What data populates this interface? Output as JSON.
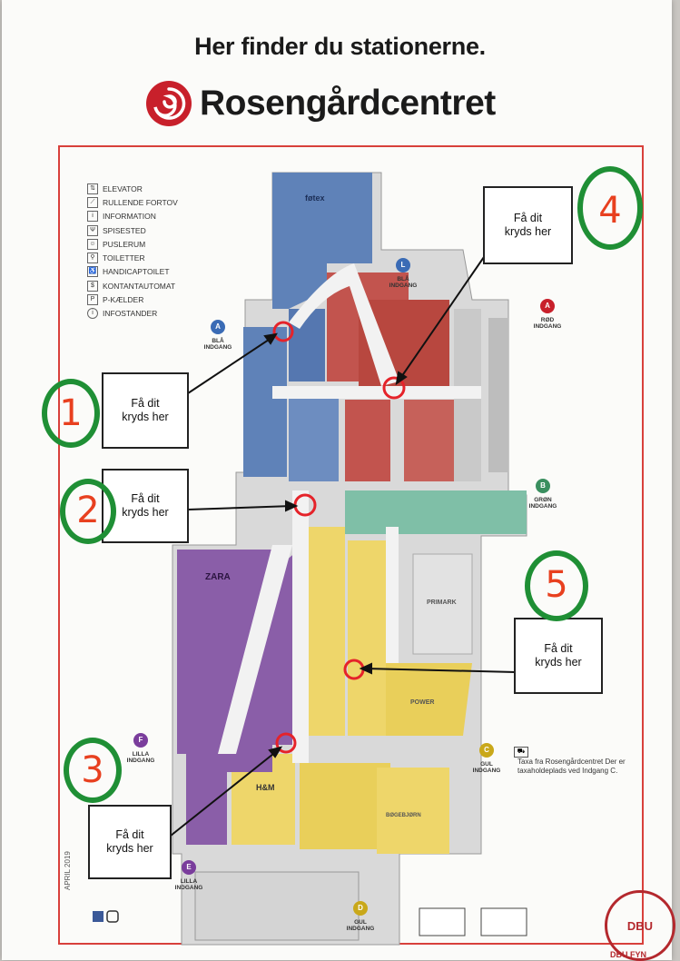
{
  "header": {
    "headline": "Her finder du stationerne.",
    "brand_name": "Rosengårdcentret"
  },
  "legend": [
    {
      "icon": "elevator-icon",
      "label": "ELEVATOR"
    },
    {
      "icon": "escalator-icon",
      "label": "RULLENDE FORTOV"
    },
    {
      "icon": "information-icon",
      "label": "INFORMATION"
    },
    {
      "icon": "dining-icon",
      "label": "SPISESTED"
    },
    {
      "icon": "baby-changing-icon",
      "label": "PUSLERUM"
    },
    {
      "icon": "toilet-icon",
      "label": "TOILETTER"
    },
    {
      "icon": "accessible-toilet-icon",
      "label": "HANDICAPTOILET"
    },
    {
      "icon": "atm-icon",
      "label": "KONTANTAUTOMAT"
    },
    {
      "icon": "parking-icon",
      "label": "P-KÆLDER"
    },
    {
      "icon": "info-stand-icon",
      "label": "INFOSTANDER"
    }
  ],
  "callout_text": {
    "line1": "Få dit",
    "line2": "kryds her"
  },
  "stations": [
    {
      "number": "1"
    },
    {
      "number": "2"
    },
    {
      "number": "3"
    },
    {
      "number": "4"
    },
    {
      "number": "5"
    }
  ],
  "entrances": {
    "bla_a": {
      "letter": "A",
      "label": "BLÅ INDGANG"
    },
    "bla_l": {
      "letter": "L",
      "label": "BLÅ INDGANG"
    },
    "rod_a": {
      "letter": "A",
      "label": "RØD INDGANG"
    },
    "gron_b": {
      "letter": "B",
      "label": "GRØN INDGANG"
    },
    "gul_c": {
      "letter": "C",
      "label": "GUL INDGANG"
    },
    "lilla_f": {
      "letter": "F",
      "label": "LILLA INDGANG"
    },
    "lilla_e": {
      "letter": "E",
      "label": "LILLA INDGANG"
    },
    "gul_d": {
      "letter": "D",
      "label": "GUL INDGANG"
    }
  },
  "stores": {
    "fotex": "føtex",
    "zara": "ZARA",
    "hm": "H&M",
    "primark": "PRIMARK",
    "power": "POWER",
    "bilka": "BØGEBJØRN"
  },
  "taxi_note": "Taxa fra Rosengårdcentret Der er taxaholdeplads ved Indgang C.",
  "footer": {
    "date": "APRIL 2019",
    "dbu_badge": "DBU",
    "dbu_sub": "DBU FYN"
  },
  "colors": {
    "blue": "#5f82b8",
    "red": "#c2544e",
    "green": "#7fbfa7",
    "yellow": "#eed66a",
    "purple": "#8a5ea8",
    "grey": "#cfcfcf",
    "frame": "#d8403b",
    "station_ring": "#1f8f35",
    "station_number": "#e8401f"
  }
}
